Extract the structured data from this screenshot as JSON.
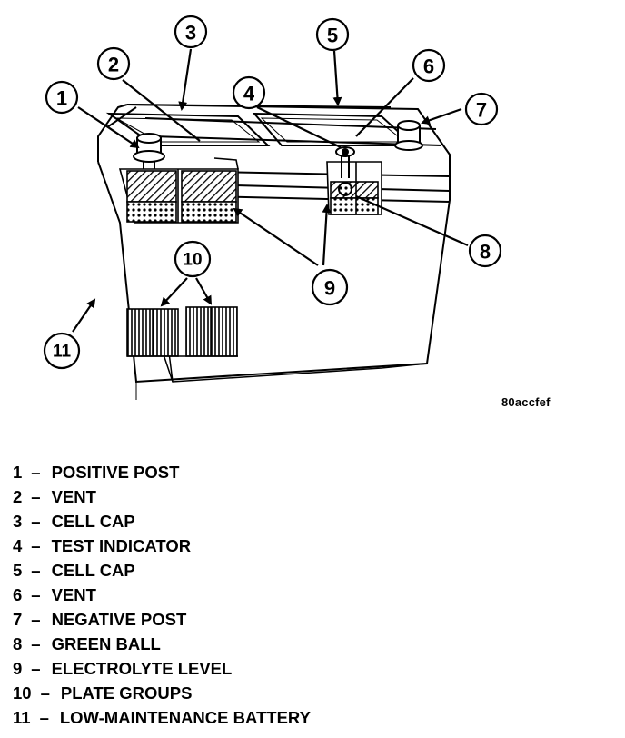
{
  "figure_id": "80accfef",
  "callouts": [
    {
      "number": "1",
      "name": "POSITIVE POST"
    },
    {
      "number": "2",
      "name": "VENT"
    },
    {
      "number": "3",
      "name": "CELL CAP"
    },
    {
      "number": "4",
      "name": "TEST INDICATOR"
    },
    {
      "number": "5",
      "name": "CELL CAP"
    },
    {
      "number": "6",
      "name": "VENT"
    },
    {
      "number": "7",
      "name": "NEGATIVE POST"
    },
    {
      "number": "8",
      "name": "GREEN BALL"
    },
    {
      "number": "9",
      "name": "ELECTROLYTE LEVEL"
    },
    {
      "number": "10",
      "name": "PLATE GROUPS"
    },
    {
      "number": "11",
      "name": "LOW-MAINTENANCE BATTERY"
    }
  ],
  "legend_separator": "–"
}
